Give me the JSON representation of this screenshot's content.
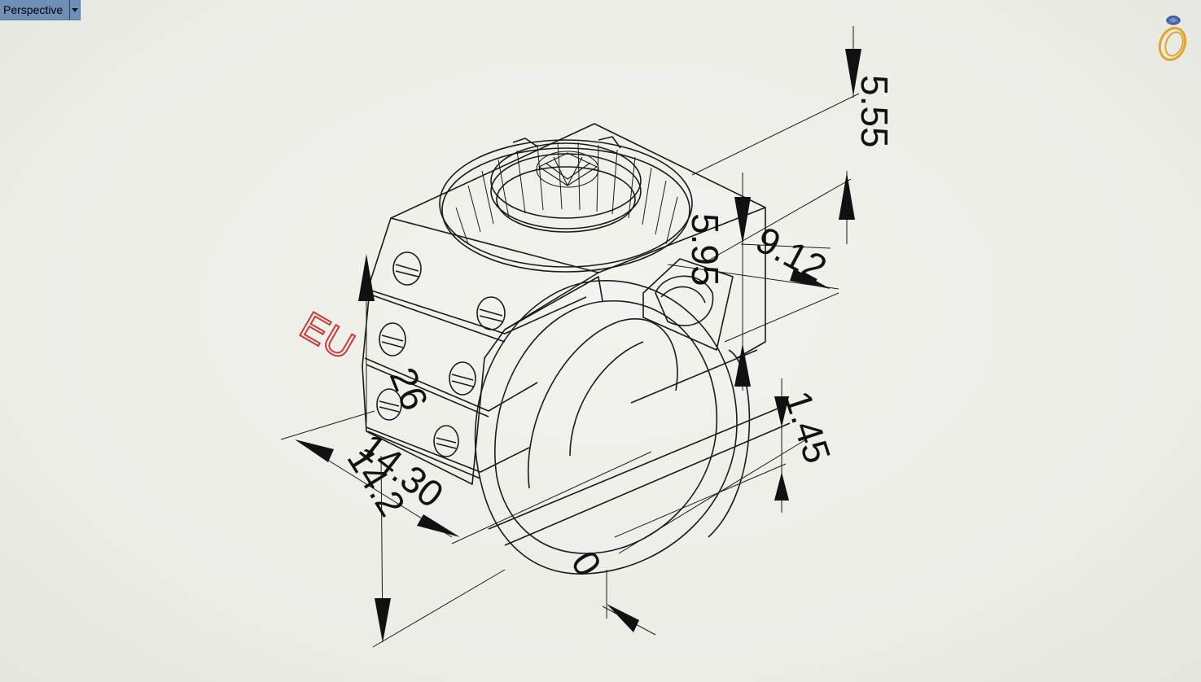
{
  "viewport": {
    "name": "Perspective"
  },
  "dimensions": {
    "height_top": "5.55",
    "side_height": "5.95",
    "depth": "9.12",
    "band_thickness": "1.45",
    "width": "14.30",
    "inner": "14.2",
    "face": "26",
    "bottom_partial": "0"
  },
  "axis_label": "EU",
  "colors": {
    "axis_label": "#c83a3a",
    "tab_bg": "#6f8fb6",
    "logo": "#e0a52a"
  },
  "icons": [
    "dropdown-arrow-icon",
    "ring-logo-icon"
  ]
}
